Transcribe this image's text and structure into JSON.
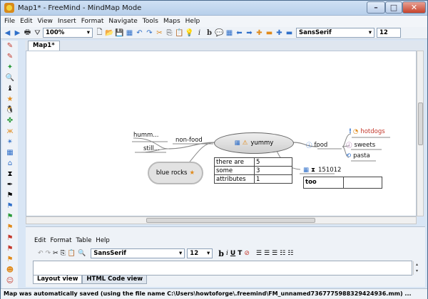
{
  "window": {
    "title": "Map1* - FreeMind - MindMap Mode"
  },
  "menu": [
    "File",
    "Edit",
    "View",
    "Insert",
    "Format",
    "Navigate",
    "Tools",
    "Maps",
    "Help"
  ],
  "toolbar": {
    "zoom": "100%",
    "font": "SansSerif",
    "font_size": "12"
  },
  "tab": {
    "label": "Map1*"
  },
  "map": {
    "root": "yummy",
    "left_children": [
      "non-food",
      "humm...",
      "still...",
      "blue rocks"
    ],
    "right_children": [
      "food",
      "hotdogs",
      "sweets",
      "pasta"
    ],
    "attributes": [
      [
        "there are",
        "5"
      ],
      [
        "some",
        "3"
      ],
      [
        "attributes",
        "1"
      ]
    ],
    "date_node": "151012",
    "note_text": "too"
  },
  "editor": {
    "menu": [
      "Edit",
      "Format",
      "Table",
      "Help"
    ],
    "font": "SansSerif",
    "font_size": "12",
    "tabs": [
      "Layout view",
      "HTML Code view"
    ]
  },
  "status": "Map was automatically saved (using the file name C:\\Users\\howtoforge\\.freemind\\FM_unnamed7367775988329424936.mm) ...",
  "colors": {
    "hotdogs": "#c4382b",
    "titlebar": "#b7cfea"
  }
}
